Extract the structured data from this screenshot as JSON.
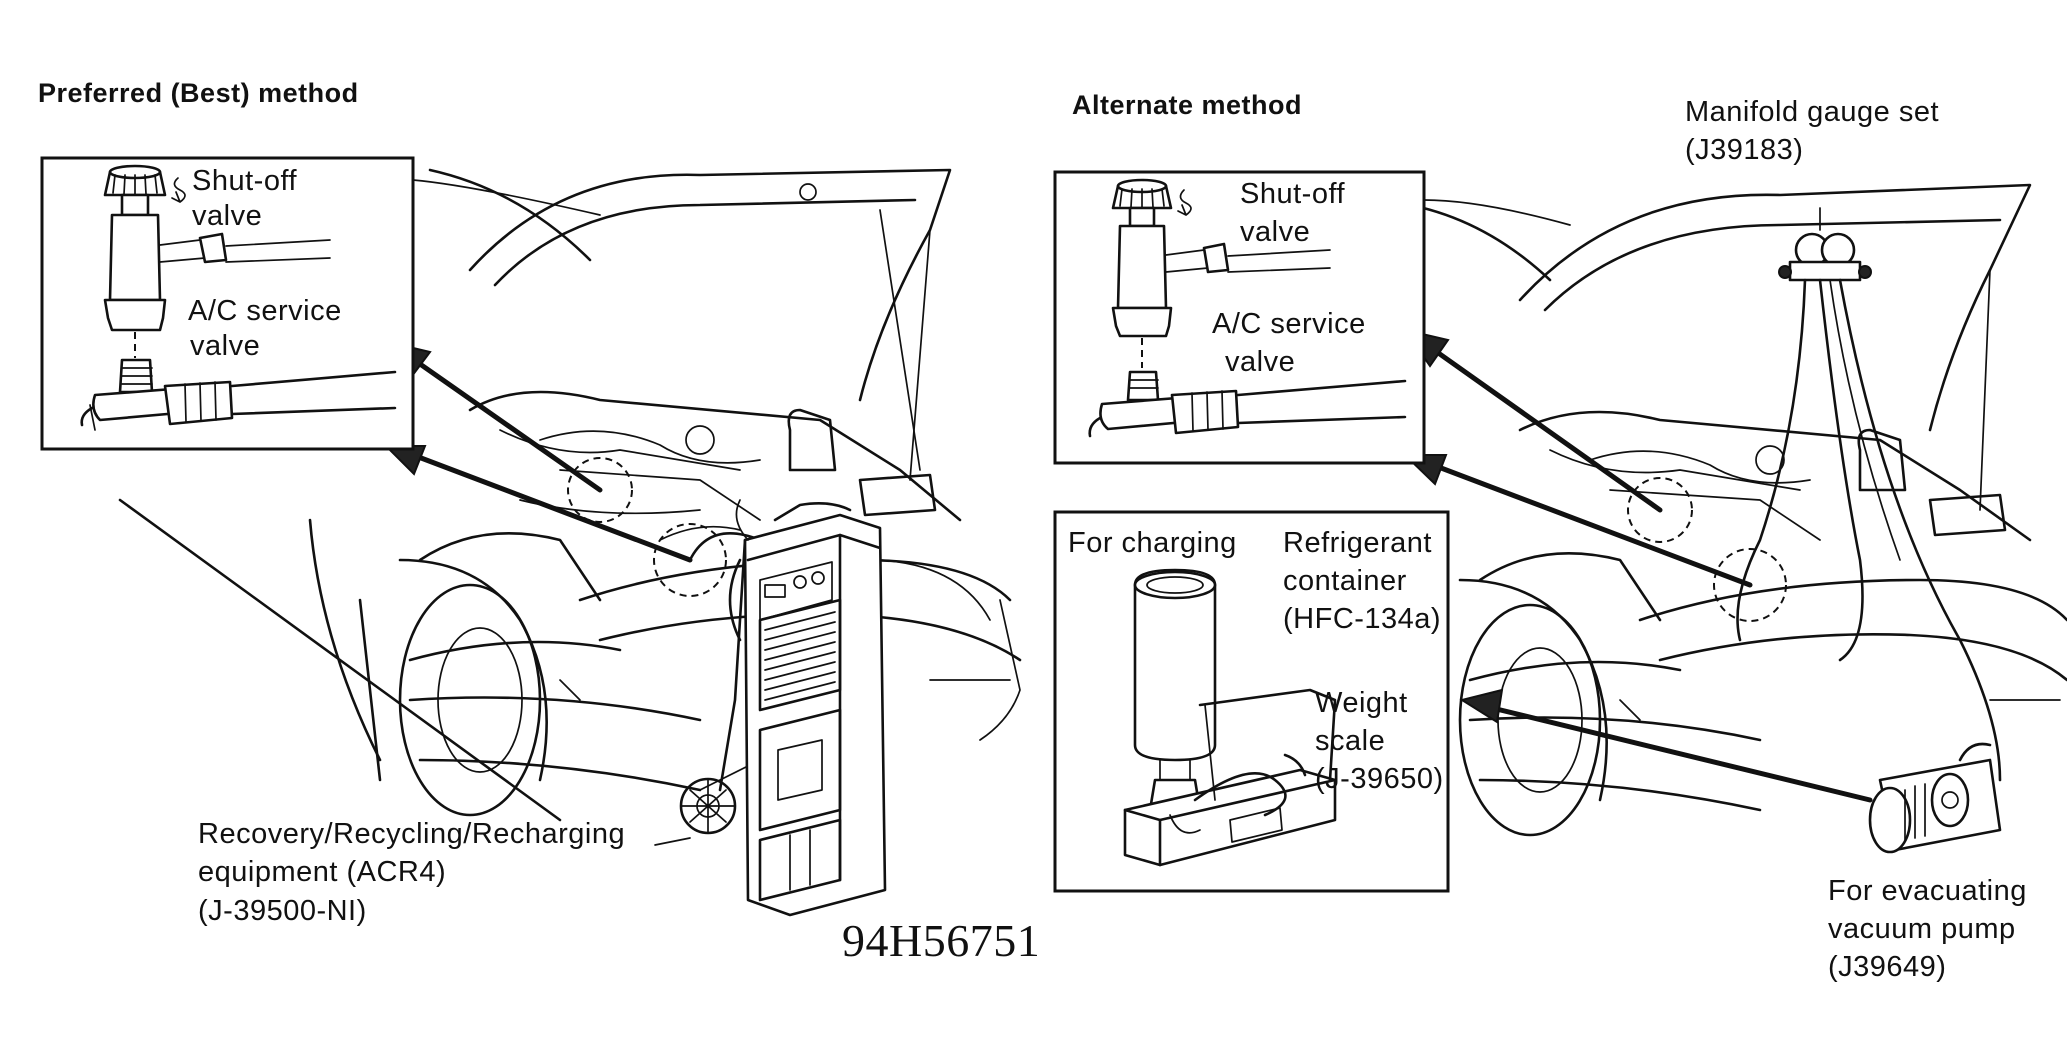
{
  "figure_code": "94H56751",
  "preferred": {
    "heading": "Preferred (Best) method",
    "shutoff_line1": "Shut-off",
    "shutoff_line2": "valve",
    "service_line1": "A/C service",
    "service_line2": "valve",
    "equipment_line1": "Recovery/Recycling/Recharging",
    "equipment_line2": "equipment (ACR4)",
    "equipment_line3": "(J-39500-NI)"
  },
  "alternate": {
    "heading": "Alternate method",
    "shutoff_line1": "Shut-off",
    "shutoff_line2": "valve",
    "service_line1": "A/C service",
    "service_line2": "valve",
    "manifold_line1": "Manifold gauge set",
    "manifold_line2": "(J39183)",
    "charging_label": "For charging",
    "container_line1": "Refrigerant",
    "container_line2": "container",
    "container_line3": "(HFC-134a)",
    "scale_line1": "Weight",
    "scale_line2": "scale",
    "scale_line3": "(J-39650)",
    "pump_line1": "For evacuating",
    "pump_line2": "vacuum pump",
    "pump_line3": "(J39649)"
  }
}
